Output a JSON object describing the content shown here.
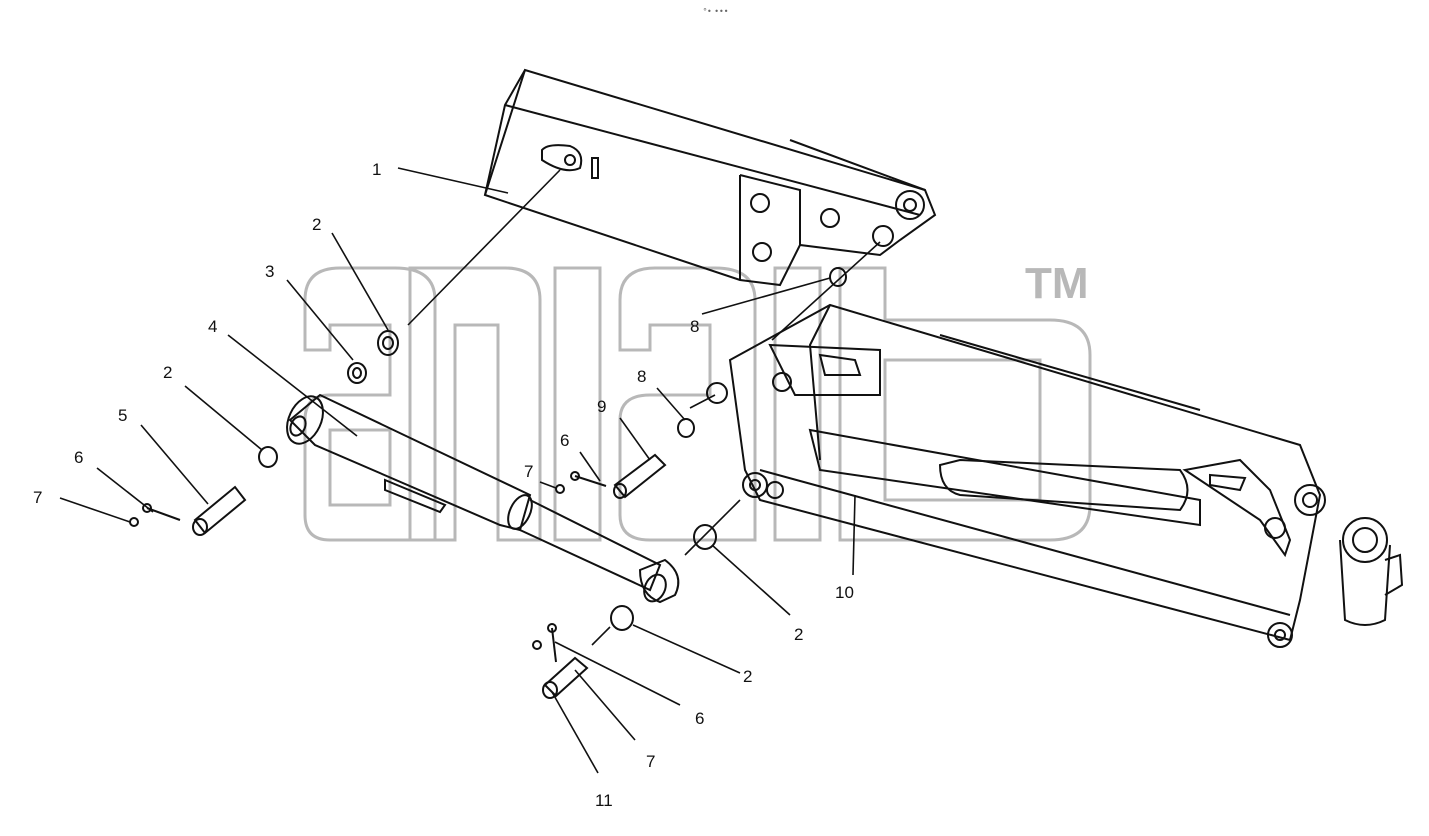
{
  "watermark": {
    "mark": "TM",
    "color": "#b8b8b8"
  },
  "top_indicator": "°• •••",
  "callouts": {
    "c1": "1",
    "c2a": "2",
    "c3": "3",
    "c4": "4",
    "c2b": "2",
    "c5": "5",
    "c6a": "6",
    "c7a": "7",
    "c8a": "8",
    "c8b": "8",
    "c9": "9",
    "c6b": "6",
    "c7b": "7",
    "c10": "10",
    "c2c": "2",
    "c2d": "2",
    "c6c": "6",
    "c7c": "7",
    "c11": "11"
  },
  "colors": {
    "line": "#111111",
    "watermark": "#b8b8b8"
  }
}
